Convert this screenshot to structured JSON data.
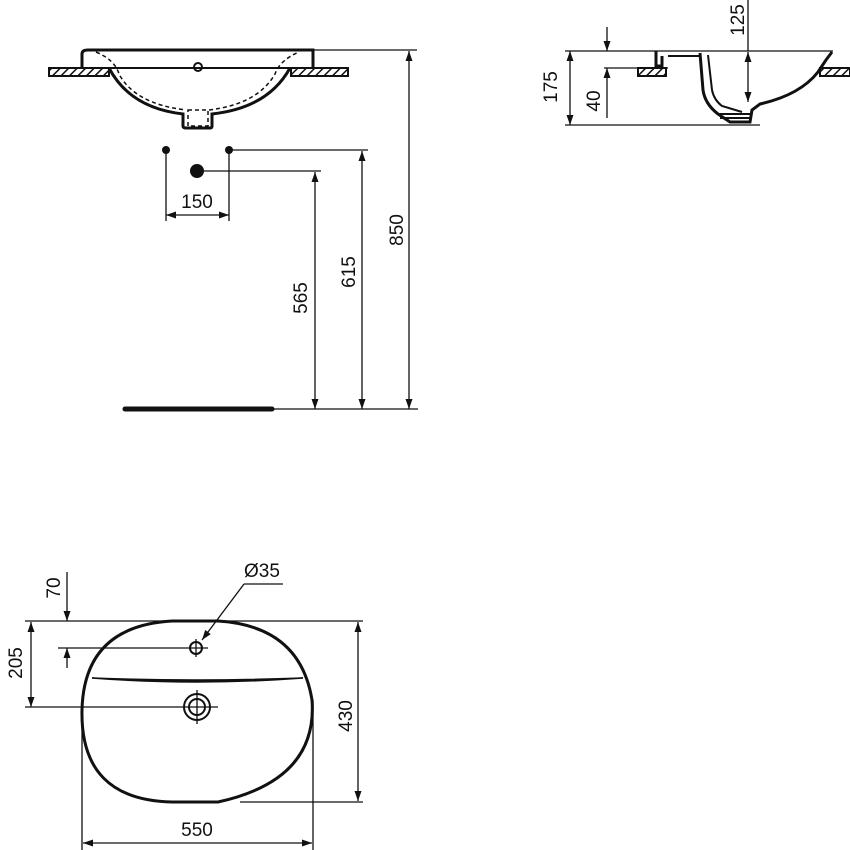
{
  "drawing": {
    "type": "technical-drawing",
    "subject": "countertop washbasin",
    "units": "mm",
    "ink_color": "#111111",
    "background": "#ffffff"
  },
  "front_view": {
    "dimensions": {
      "tap_spacing": "150",
      "waste_height": "565",
      "supply_height": "615",
      "rim_height": "850"
    }
  },
  "side_view": {
    "dimensions": {
      "total_depth": "175",
      "countertop_offset": "40",
      "bowl_depth": "125"
    }
  },
  "top_view": {
    "dimensions": {
      "tap_hole_diameter": "Ø35",
      "tap_hole_offset": "70",
      "waste_offset": "205",
      "depth": "430",
      "width": "550"
    }
  }
}
